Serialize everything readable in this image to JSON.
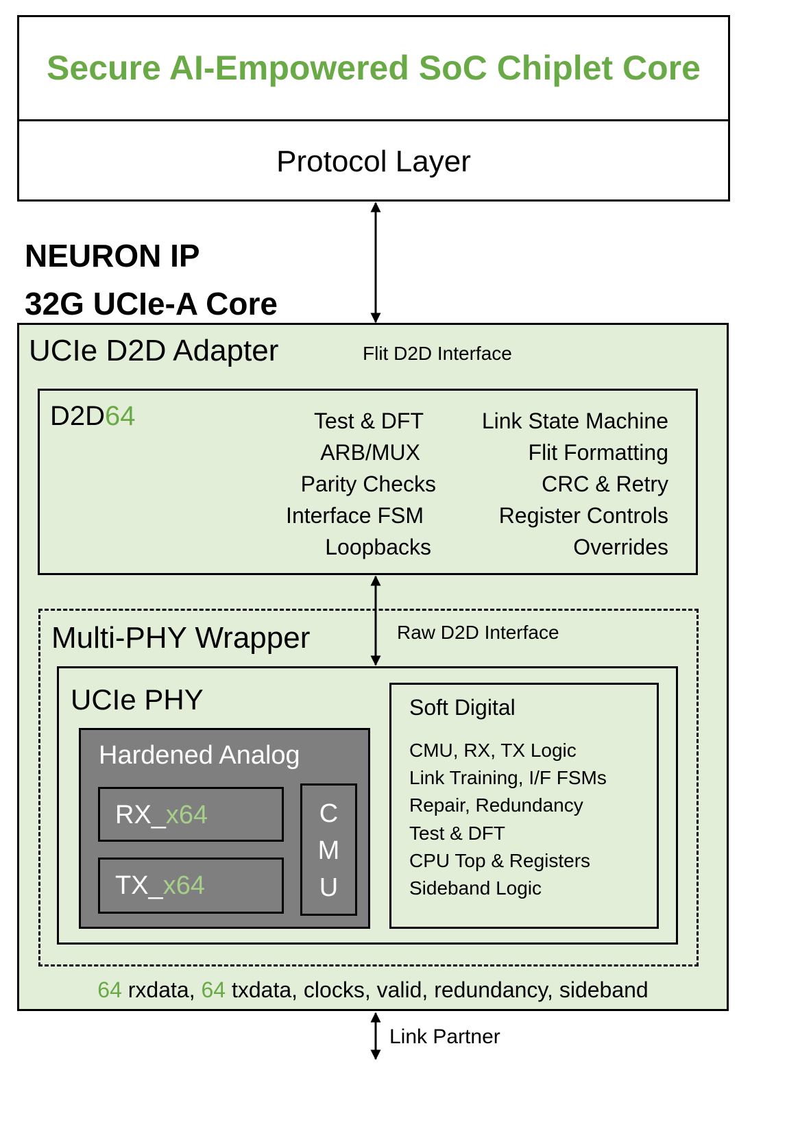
{
  "top_block": {
    "title": "Secure AI-Empowered SoC Chiplet Core",
    "protocol_layer": "Protocol Layer"
  },
  "core_title": {
    "line1": "NEURON IP",
    "line2": "32G UCIe-A Core"
  },
  "adapter": {
    "title": "UCIe D2D Adapter",
    "interface_label": "Flit D2D Interface",
    "d2d": {
      "title_prefix": "D2D",
      "title_suffix": "64",
      "left_features": [
        "Test & DFT",
        "ARB/MUX",
        "Parity Checks",
        "Interface FSM",
        "Loopbacks"
      ],
      "right_features": [
        "Link State Machine",
        "Flit Formatting",
        "CRC & Retry",
        "Register Controls",
        "Overrides"
      ]
    }
  },
  "wrapper": {
    "title": "Multi-PHY Wrapper",
    "interface_label": "Raw D2D Interface",
    "phy": {
      "title": "UCIe PHY",
      "hardened_analog": {
        "title": "Hardened Analog",
        "rx_prefix": "RX_",
        "rx_suffix": "x64",
        "tx_prefix": "TX_",
        "tx_suffix": "x64",
        "cmu_letters": [
          "C",
          "M",
          "U"
        ]
      },
      "soft_digital": {
        "title": "Soft Digital",
        "items": [
          "CMU, RX, TX Logic",
          "Link Training, I/F FSMs",
          "Repair, Redundancy",
          "Test & DFT",
          "CPU Top & Registers",
          "Sideband Logic"
        ]
      }
    }
  },
  "signals": {
    "rx_count": "64",
    "rx_label": " rxdata, ",
    "tx_count": "64",
    "rest": " txdata, clocks, valid, redundancy, sideband"
  },
  "link_partner": "Link Partner",
  "colors": {
    "accent_green": "#6aaa46",
    "block_fill": "#e2eed8",
    "analog_fill": "#7f7f7f"
  }
}
